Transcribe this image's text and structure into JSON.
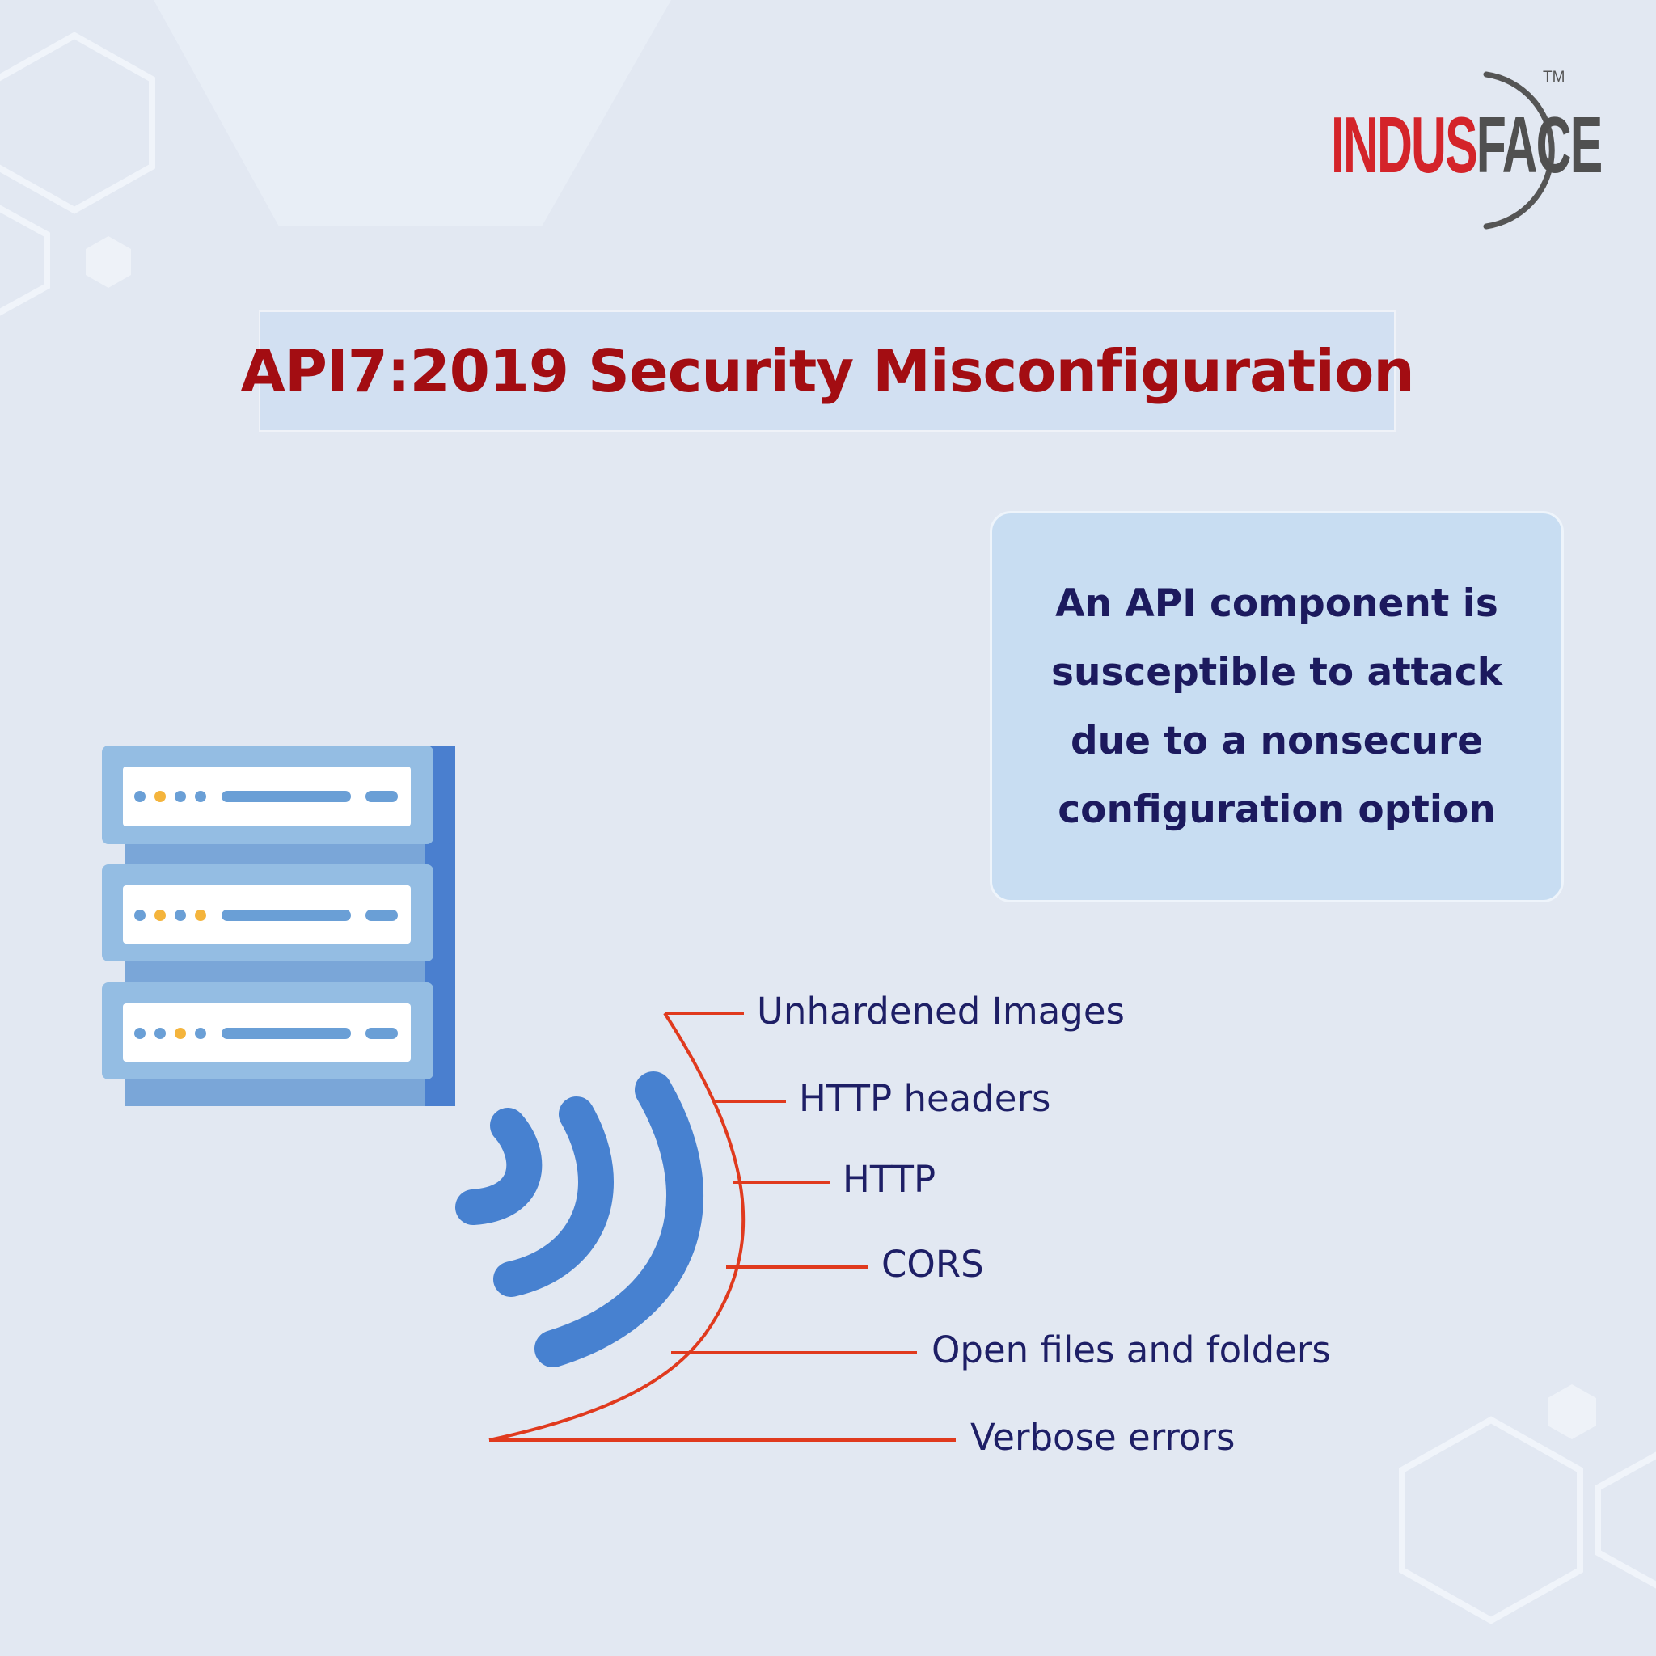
{
  "logo": {
    "brand_part1": "INDUS",
    "brand_part2": "FACE",
    "trademark": "TM",
    "primary_color": "#d4242a",
    "secondary_color": "#505050"
  },
  "title": "API7:2019 Security Misconfiguration",
  "description": {
    "lines": [
      "An API component is",
      "susceptible to attack",
      "due to a nonsecure",
      "configuration option"
    ]
  },
  "illustration": {
    "server_icon": "server-rack-icon",
    "signal_icon": "wireless-signal-icon"
  },
  "misconfigurations": [
    "Unhardened Images",
    "HTTP headers",
    "HTTP",
    "CORS",
    "Open files and folders",
    "Verbose errors"
  ],
  "colors": {
    "title": "#a30d12",
    "text": "#1e1f66",
    "connector": "#e03a1e",
    "signal": "#4781d0",
    "background": "#e2e8f2"
  }
}
